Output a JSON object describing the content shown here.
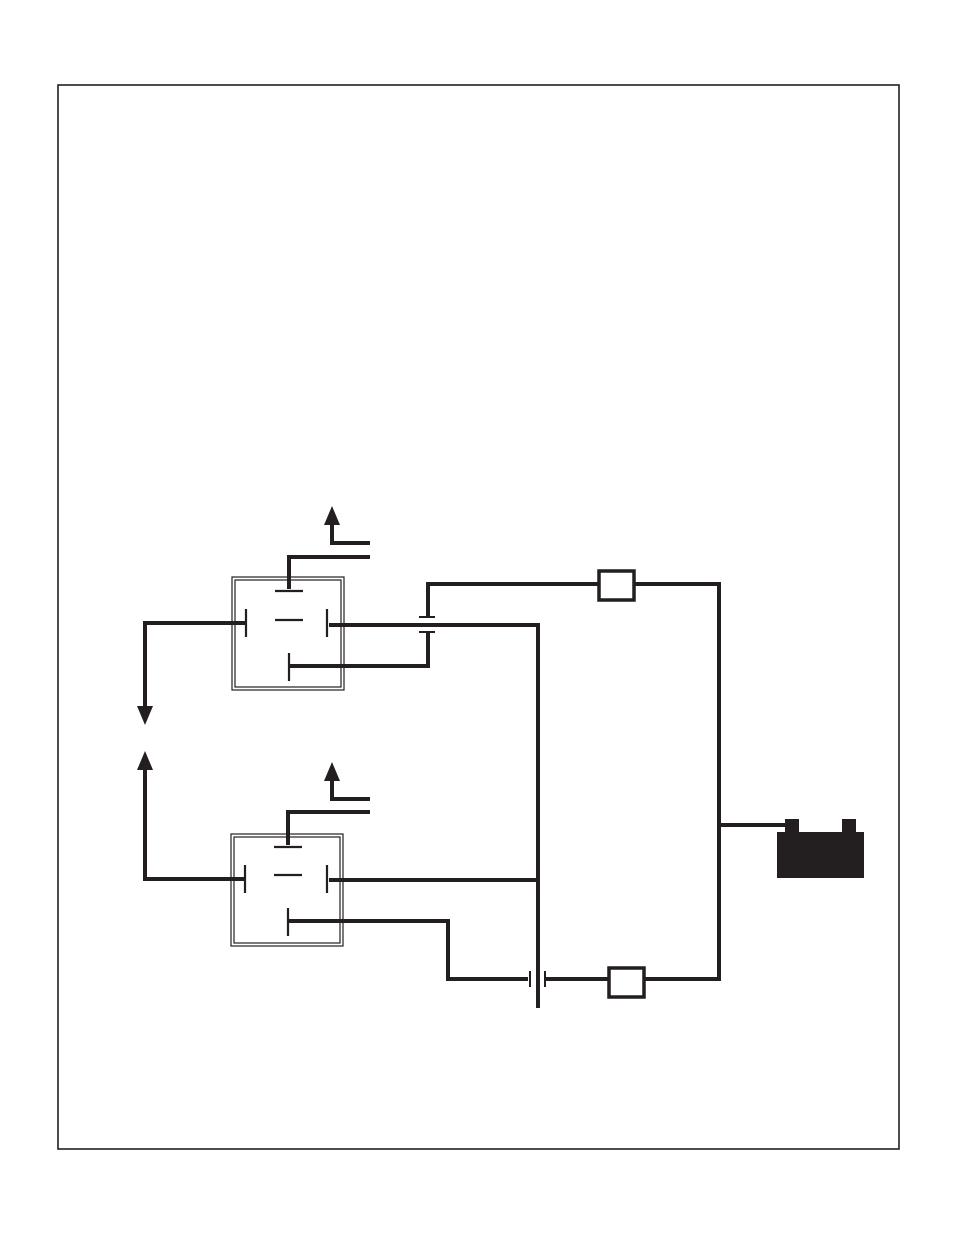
{
  "diagram": {
    "type": "wiring-schematic",
    "components": {
      "relays": [
        "relay-upper",
        "relay-lower"
      ],
      "fuses": [
        "fuse-upper",
        "fuse-lower"
      ],
      "battery": "battery-icon",
      "connectors": [
        "connector-upper",
        "connector-lower"
      ]
    }
  },
  "colors": {
    "ink": "#231f20",
    "background": "#ffffff"
  }
}
